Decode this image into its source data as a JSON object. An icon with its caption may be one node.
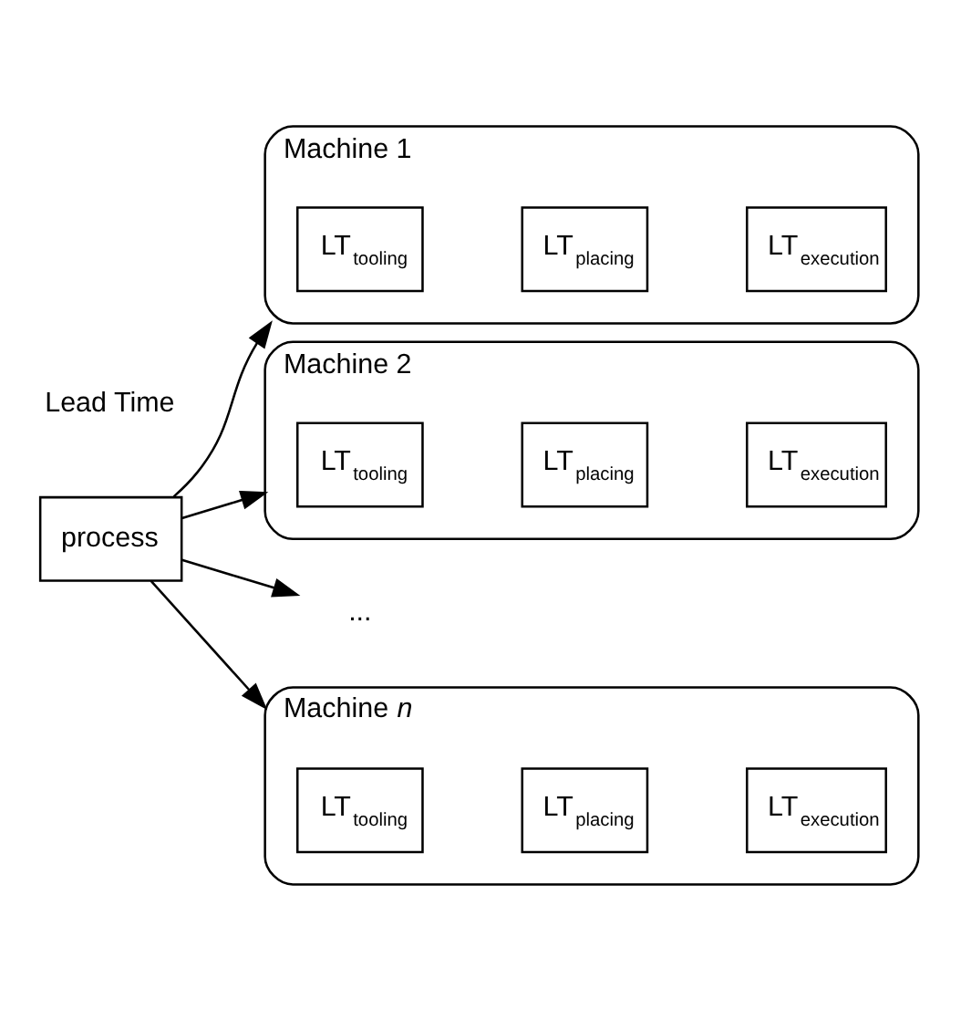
{
  "diagram": {
    "nodes": [
      {
        "text": [
          "process"
        ]
      },
      {
        "text": [
          "Machine 1"
        ]
      },
      {
        "text": [
          "LT$_{tooling}$"
        ],
        "in": 1
      },
      {
        "text": [
          "LT$_{placing}$"
        ],
        "in": 1
      },
      {
        "text": [
          "LT$_{execution}$"
        ],
        "in": 1
      },
      {
        "text": [
          "Machine 2"
        ]
      },
      {
        "text": [
          "LT$_{tooling}$"
        ],
        "in": 5
      },
      {
        "text": [
          "LT$_{placing}$"
        ],
        "in": 5
      },
      {
        "text": [
          "LT$_{execution}$"
        ],
        "in": 5
      },
      {
        "text": [
          "..."
        ]
      },
      {
        "text": [
          "Machine *n*"
        ]
      },
      {
        "text": [
          "LT$_{tooling}$"
        ],
        "in": 10
      },
      {
        "text": [
          "LT$_{placing}$"
        ],
        "in": 10
      },
      {
        "text": [
          "LT$_{execution}$"
        ],
        "in": 10
      }
    ],
    "edges": [
      {
        "from": 0,
        "to": 1,
        "arrow": "to"
      },
      {
        "from": 0,
        "to": 5,
        "arrow": "to"
      },
      {
        "from": 0,
        "to": 9,
        "arrow": "to"
      },
      {
        "from": 0,
        "to": 10,
        "arrow": "to"
      }
    ],
    "labels": [
      "Lead Time"
    ]
  }
}
